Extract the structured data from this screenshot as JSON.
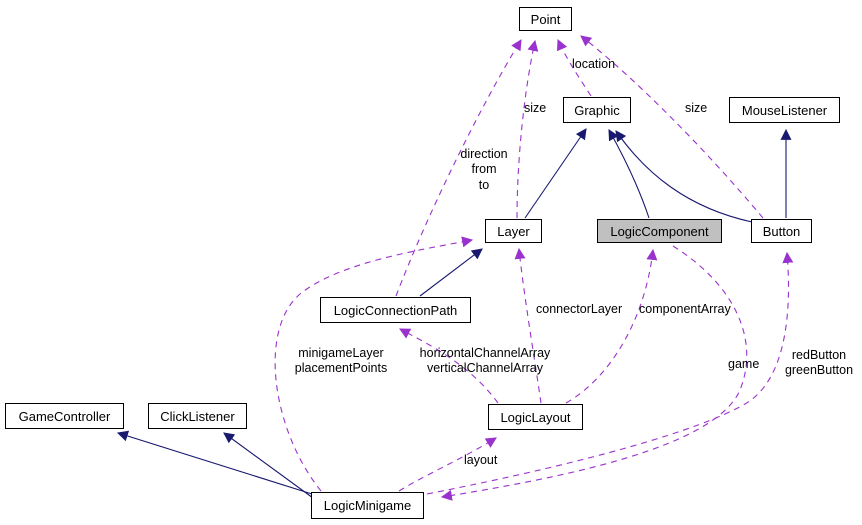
{
  "diagram": {
    "title": "LogicMinigame collaboration graph",
    "colors": {
      "usage_edge": "#9a32cd",
      "inheritance_edge": "#191970",
      "node_fill": "#ffffff",
      "highlight_node_fill": "#c0c0c0",
      "node_border": "#000000",
      "text": "#000000"
    },
    "nodes": [
      {
        "label": "Point"
      },
      {
        "label": "Graphic"
      },
      {
        "label": "MouseListener"
      },
      {
        "label": "Layer"
      },
      {
        "label": "LogicComponent"
      },
      {
        "label": "Button"
      },
      {
        "label": "LogicConnectionPath"
      },
      {
        "label": "LogicLayout"
      },
      {
        "label": "GameController"
      },
      {
        "label": "ClickListener"
      },
      {
        "label": "LogicMinigame"
      }
    ],
    "edge_labels": [
      {
        "text": "location"
      },
      {
        "text": "size"
      },
      {
        "text": "size"
      },
      {
        "text": "direction\nfrom\nto"
      },
      {
        "text": "connectorLayer"
      },
      {
        "text": "componentArray"
      },
      {
        "text": "minigameLayer\nplacementPoints"
      },
      {
        "text": "horizontalChannelArray\nverticalChannelArray"
      },
      {
        "text": "game"
      },
      {
        "text": "redButton\ngreenButton"
      },
      {
        "text": "layout"
      }
    ]
  }
}
